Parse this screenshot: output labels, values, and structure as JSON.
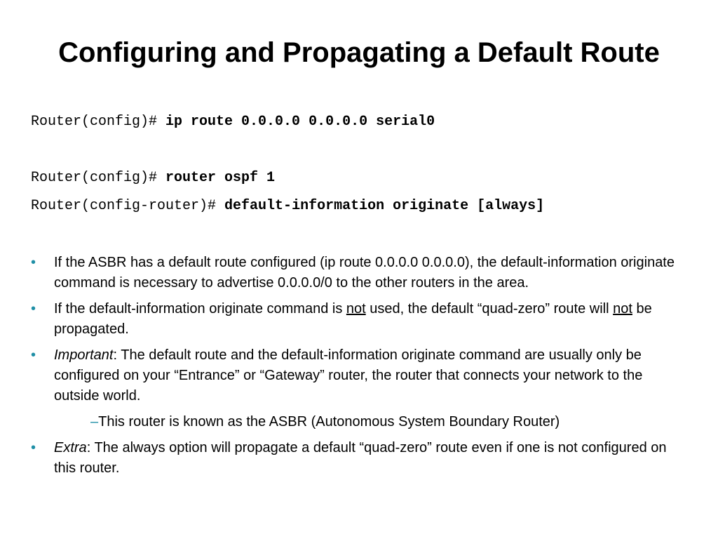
{
  "slide": {
    "title": "Configuring and Propagating a Default Route"
  },
  "code": [
    {
      "prompt": "Router(config)# ",
      "command": "ip route 0.0.0.0 0.0.0.0 serial0"
    },
    {
      "prompt": "Router(config)# ",
      "command": "router ospf 1"
    },
    {
      "prompt": "Router(config-router)# ",
      "command": "default-information originate [always]"
    }
  ],
  "bullets": {
    "b1": {
      "text": "If the ASBR has a default route  configured (ip route 0.0.0.0 0.0.0.0), the default-information originate command is necessary to advertise 0.0.0.0/0 to the other routers in the area."
    },
    "b2": {
      "part1": "If the default-information originate command is ",
      "u1": "not",
      "part2": " used, the default “quad-zero” route will ",
      "u2": "not",
      "part3": " be propagated."
    },
    "b3": {
      "label": "Important",
      "text": ":  The default route and the default-information originate command are usually only be configured on your “Entrance” or “Gateway” router, the router that connects your network to the outside world."
    },
    "sub1": {
      "dash": "–",
      "text": "This router is known as the ASBR (Autonomous System Boundary Router)"
    },
    "b4": {
      "label": "Extra",
      "text": ":  The always option will propagate a default “quad-zero” route even if one is not configured on this router."
    }
  },
  "icons": {
    "bullet_glyph": "•",
    "bullet_color": "#1f8fa6"
  }
}
